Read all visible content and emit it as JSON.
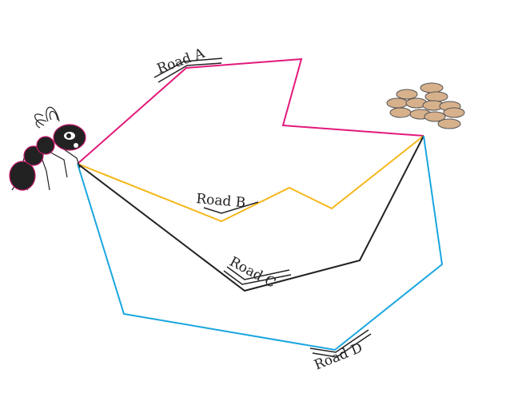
{
  "roads": [
    {
      "id": "a",
      "label": "Road A",
      "color": "#e2197a"
    },
    {
      "id": "b",
      "label": "Road B",
      "color": "#f5b71a"
    },
    {
      "id": "c",
      "label": "Road C",
      "color": "#222222"
    },
    {
      "id": "d",
      "label": "Road D",
      "color": "#1aa6df"
    }
  ],
  "icons": {
    "start": "ant-icon",
    "destination": "grain-pile-icon"
  },
  "colors": {
    "ant_body": "#222222",
    "ant_outline": "#c2186b",
    "grain_fill": "#d7b18c",
    "grain_outline": "#555555"
  }
}
